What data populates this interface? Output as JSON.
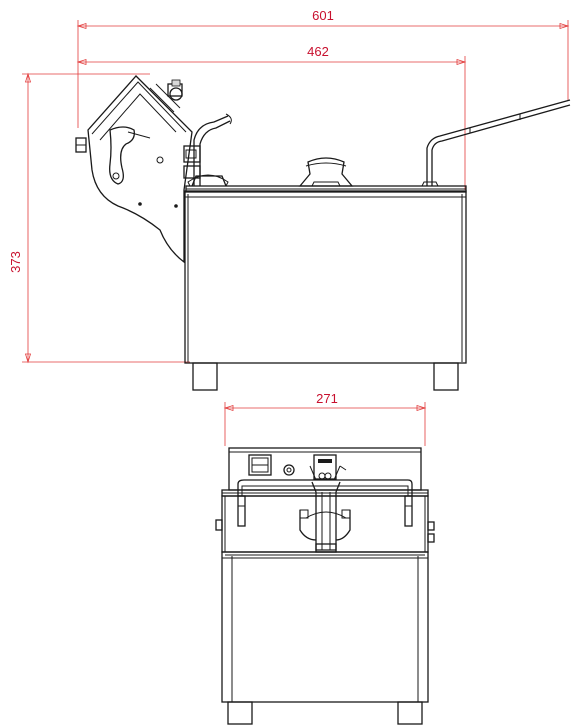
{
  "dimensions": {
    "overall_length": "601",
    "body_length": "462",
    "height": "373",
    "width": "271"
  },
  "colors": {
    "dimension_lines": "#e23b3b",
    "dimension_text": "#c8102e",
    "outline": "#1a1a1a"
  }
}
